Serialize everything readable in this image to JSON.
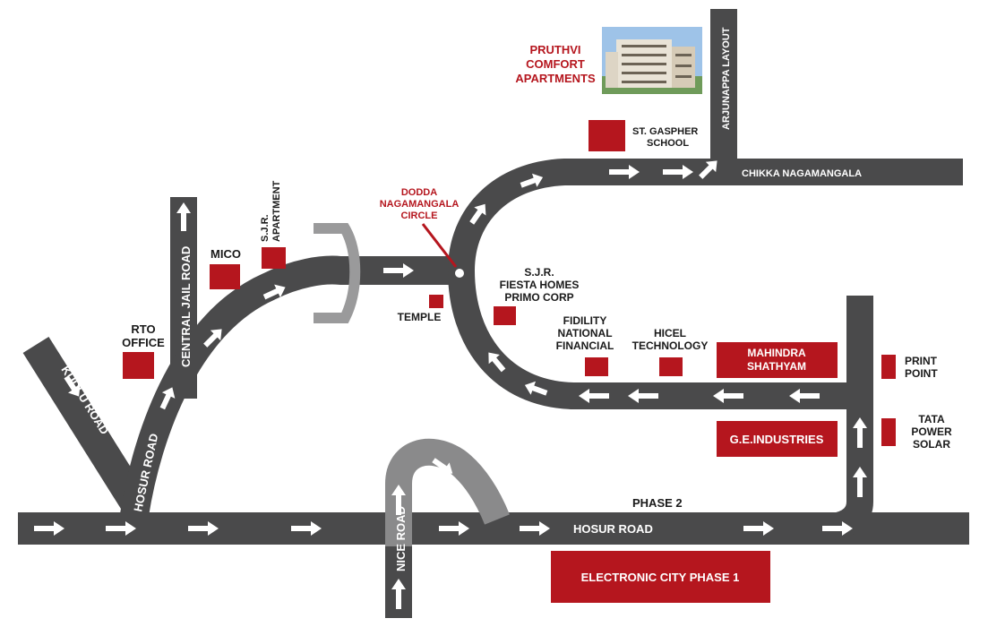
{
  "roads": {
    "hosur_road_main": "HOSUR ROAD",
    "hosur_road_diag": "HOSUR ROAD",
    "kudlu_road": "KUDLU ROAD",
    "central_jail_road": "CENTRAL JAIL ROAD",
    "nice_road": "NICE ROAD",
    "chikka_nagamangala": "CHIKKA NAGAMANGALA",
    "arjunappa_layout": "ARJUNAPPA LAYOUT",
    "phase2": "PHASE 2"
  },
  "landmarks": {
    "rto": [
      "RTO",
      "OFFICE"
    ],
    "mico": "MICO",
    "sjr_apartment": [
      "S.J.R.",
      "APARTMENT"
    ],
    "temple": "TEMPLE",
    "sjr_fiesta": [
      "S.J.R.",
      "FIESTA HOMES",
      "PRIMO CORP"
    ],
    "fidility": [
      "FIDILITY",
      "NATIONAL",
      "FINANCIAL"
    ],
    "hicel": [
      "HICEL",
      "TECHNOLOGY"
    ],
    "st_gaspher": [
      "ST. GASPHER",
      "SCHOOL"
    ],
    "print_point": [
      "PRINT",
      "POINT"
    ],
    "tata_power": [
      "TATA",
      "POWER",
      "SOLAR"
    ]
  },
  "highlights": {
    "dodda_circle": [
      "DODDA",
      "NAGAMANGALA",
      "CIRCLE"
    ],
    "pruthvi": [
      "PRUTHVI",
      "COMFORT",
      "APARTMENTS"
    ]
  },
  "boxes": {
    "mahindra": [
      "MAHINDRA",
      "SHATHYAM"
    ],
    "ge": "G.E.INDUSTRIES",
    "electronic_city": "ELECTRONIC CITY PHASE 1"
  },
  "colors": {
    "road": "#4a4a4b",
    "accent_red": "#b5161e",
    "arrow": "#ffffff",
    "flyover": "#8a8a8b"
  }
}
